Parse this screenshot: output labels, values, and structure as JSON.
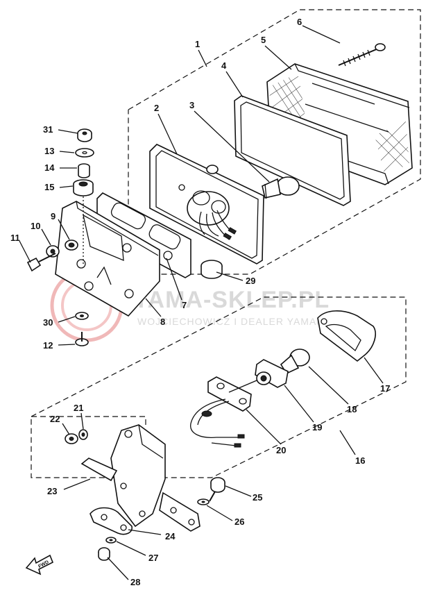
{
  "watermark": {
    "brand": "YAMA-SKLEP.PL",
    "subtitle": "WOJCIECHOWICZ I DEALER YAMAHA",
    "logo_color": "#e88a8a"
  },
  "direction_marker": {
    "label": "FWD"
  },
  "callouts": [
    {
      "id": "1",
      "text": "1"
    },
    {
      "id": "2",
      "text": "2"
    },
    {
      "id": "3",
      "text": "3"
    },
    {
      "id": "4",
      "text": "4"
    },
    {
      "id": "5",
      "text": "5"
    },
    {
      "id": "6",
      "text": "6"
    },
    {
      "id": "7",
      "text": "7"
    },
    {
      "id": "8",
      "text": "8"
    },
    {
      "id": "9",
      "text": "9"
    },
    {
      "id": "10",
      "text": "10"
    },
    {
      "id": "11",
      "text": "11"
    },
    {
      "id": "12",
      "text": "12"
    },
    {
      "id": "13",
      "text": "13"
    },
    {
      "id": "14",
      "text": "14"
    },
    {
      "id": "15",
      "text": "15"
    },
    {
      "id": "16",
      "text": "16"
    },
    {
      "id": "17",
      "text": "17"
    },
    {
      "id": "18",
      "text": "18"
    },
    {
      "id": "19",
      "text": "19"
    },
    {
      "id": "20",
      "text": "20"
    },
    {
      "id": "21",
      "text": "21"
    },
    {
      "id": "22",
      "text": "22"
    },
    {
      "id": "23",
      "text": "23"
    },
    {
      "id": "24",
      "text": "24"
    },
    {
      "id": "25",
      "text": "25"
    },
    {
      "id": "26",
      "text": "26"
    },
    {
      "id": "27",
      "text": "27"
    },
    {
      "id": "28",
      "text": "28"
    },
    {
      "id": "29",
      "text": "29"
    },
    {
      "id": "30",
      "text": "30"
    },
    {
      "id": "31",
      "text": "31"
    }
  ]
}
